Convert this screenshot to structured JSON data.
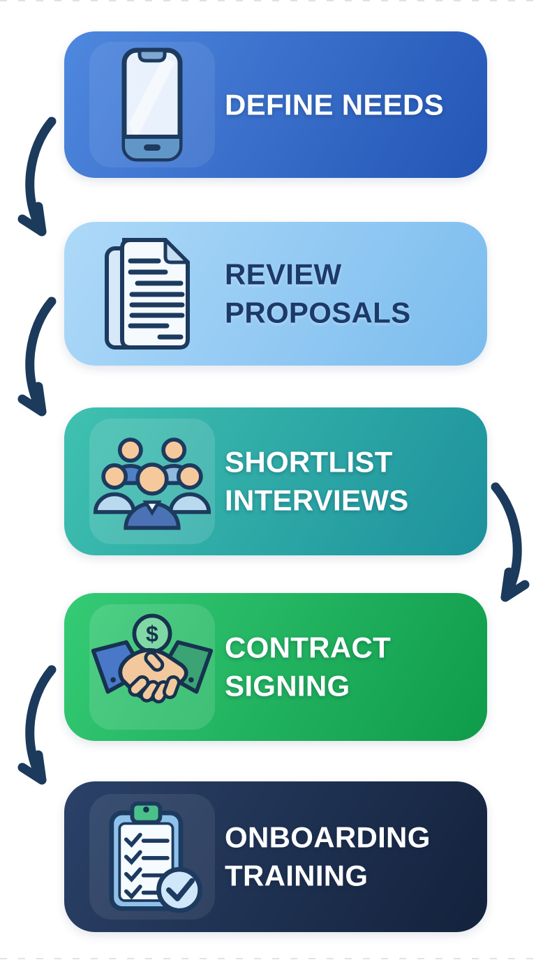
{
  "flow": {
    "arrow_color": "#1b3a5c",
    "steps": [
      {
        "id": "define-needs",
        "lines": [
          "DEFINE NEEDS"
        ],
        "icon": "smartphone-icon",
        "bg_from": "#4f88df",
        "bg_to": "#2355b5",
        "text_color": "#ffffff"
      },
      {
        "id": "review-proposals",
        "lines": [
          "REVIEW",
          "PROPOSALS"
        ],
        "icon": "documents-icon",
        "bg_from": "#aed9f8",
        "bg_to": "#7bbcee",
        "text_color": "#1c3a69"
      },
      {
        "id": "shortlist-interviews",
        "lines": [
          "SHORTLIST",
          "INTERVIEWS"
        ],
        "icon": "people-group-icon",
        "bg_from": "#3fc1b0",
        "bg_to": "#1d919c",
        "text_color": "#ffffff"
      },
      {
        "id": "contract-signing",
        "lines": [
          "CONTRACT",
          "SIGNING"
        ],
        "icon": "handshake-dollar-icon",
        "coin_symbol": "$",
        "bg_from": "#35cb75",
        "bg_to": "#0f9b4a",
        "text_color": "#ffffff"
      },
      {
        "id": "onboarding-training",
        "lines": [
          "ONBOARDING",
          "TRAINING"
        ],
        "icon": "clipboard-checklist-icon",
        "bg_from": "#2b4168",
        "bg_to": "#13223c",
        "text_color": "#ffffff"
      }
    ],
    "arrows": [
      {
        "from": "define-needs",
        "to": "review-proposals",
        "side": "left"
      },
      {
        "from": "review-proposals",
        "to": "shortlist-interviews",
        "side": "left"
      },
      {
        "from": "shortlist-interviews",
        "to": "contract-signing",
        "side": "right"
      },
      {
        "from": "contract-signing",
        "to": "onboarding-training",
        "side": "left"
      }
    ]
  }
}
